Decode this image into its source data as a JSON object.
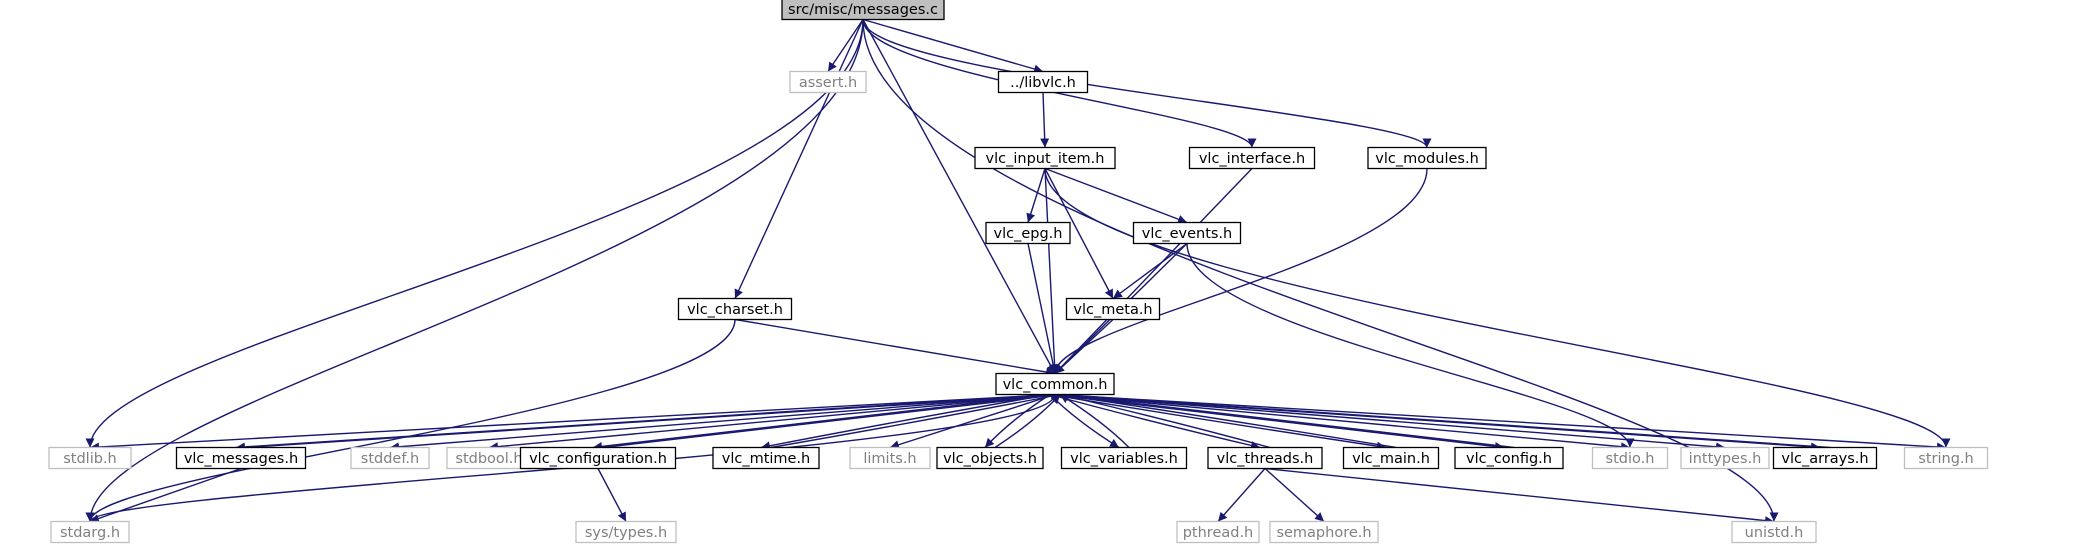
{
  "colors": {
    "edge": "#191970",
    "node_border": "#000000",
    "node_border_missing": "#bfbfbf",
    "node_text": "#000000",
    "node_text_missing": "#808080",
    "root_fill": "#bfbfbf",
    "node_fill": "#ffffff"
  },
  "nodes": [
    {
      "id": "root",
      "label": "src/misc/messages.c",
      "kind": "root"
    },
    {
      "id": "assert",
      "label": "assert.h",
      "kind": "missing"
    },
    {
      "id": "libvlc",
      "label": "../libvlc.h",
      "kind": "normal"
    },
    {
      "id": "input_item",
      "label": "vlc_input_item.h",
      "kind": "normal"
    },
    {
      "id": "interface",
      "label": "vlc_interface.h",
      "kind": "normal"
    },
    {
      "id": "modules",
      "label": "vlc_modules.h",
      "kind": "normal"
    },
    {
      "id": "epg",
      "label": "vlc_epg.h",
      "kind": "normal"
    },
    {
      "id": "events",
      "label": "vlc_events.h",
      "kind": "normal"
    },
    {
      "id": "charset",
      "label": "vlc_charset.h",
      "kind": "normal"
    },
    {
      "id": "meta",
      "label": "vlc_meta.h",
      "kind": "normal"
    },
    {
      "id": "common",
      "label": "vlc_common.h",
      "kind": "normal"
    },
    {
      "id": "stdlib",
      "label": "stdlib.h",
      "kind": "missing"
    },
    {
      "id": "messages",
      "label": "vlc_messages.h",
      "kind": "normal"
    },
    {
      "id": "stddef",
      "label": "stddef.h",
      "kind": "missing"
    },
    {
      "id": "stdbool",
      "label": "stdbool.h",
      "kind": "missing"
    },
    {
      "id": "configuration",
      "label": "vlc_configuration.h",
      "kind": "normal"
    },
    {
      "id": "mtime",
      "label": "vlc_mtime.h",
      "kind": "normal"
    },
    {
      "id": "limits",
      "label": "limits.h",
      "kind": "missing"
    },
    {
      "id": "objects",
      "label": "vlc_objects.h",
      "kind": "normal"
    },
    {
      "id": "variables",
      "label": "vlc_variables.h",
      "kind": "normal"
    },
    {
      "id": "threads",
      "label": "vlc_threads.h",
      "kind": "normal"
    },
    {
      "id": "main",
      "label": "vlc_main.h",
      "kind": "normal"
    },
    {
      "id": "config",
      "label": "vlc_config.h",
      "kind": "normal"
    },
    {
      "id": "stdio",
      "label": "stdio.h",
      "kind": "missing"
    },
    {
      "id": "inttypes",
      "label": "inttypes.h",
      "kind": "missing"
    },
    {
      "id": "arrays",
      "label": "vlc_arrays.h",
      "kind": "normal"
    },
    {
      "id": "string",
      "label": "string.h",
      "kind": "missing"
    },
    {
      "id": "stdarg",
      "label": "stdarg.h",
      "kind": "missing"
    },
    {
      "id": "systypes",
      "label": "sys/types.h",
      "kind": "missing"
    },
    {
      "id": "pthread",
      "label": "pthread.h",
      "kind": "missing"
    },
    {
      "id": "semaphore",
      "label": "semaphore.h",
      "kind": "missing"
    },
    {
      "id": "unistd",
      "label": "unistd.h",
      "kind": "missing"
    }
  ],
  "edges": [
    [
      "root",
      "assert"
    ],
    [
      "root",
      "libvlc"
    ],
    [
      "root",
      "interface"
    ],
    [
      "root",
      "modules"
    ],
    [
      "root",
      "charset"
    ],
    [
      "root",
      "common"
    ],
    [
      "root",
      "stdlib"
    ],
    [
      "root",
      "stdarg"
    ],
    [
      "root",
      "unistd"
    ],
    [
      "libvlc",
      "input_item"
    ],
    [
      "input_item",
      "epg"
    ],
    [
      "input_item",
      "events"
    ],
    [
      "input_item",
      "meta"
    ],
    [
      "input_item",
      "common"
    ],
    [
      "input_item",
      "string"
    ],
    [
      "interface",
      "common"
    ],
    [
      "modules",
      "common"
    ],
    [
      "epg",
      "common"
    ],
    [
      "events",
      "meta"
    ],
    [
      "events",
      "common"
    ],
    [
      "events",
      "stdio"
    ],
    [
      "charset",
      "common"
    ],
    [
      "charset",
      "stdarg"
    ],
    [
      "meta",
      "common"
    ],
    [
      "common",
      "stdlib"
    ],
    [
      "common",
      "messages"
    ],
    [
      "common",
      "stddef"
    ],
    [
      "common",
      "stdbool"
    ],
    [
      "common",
      "configuration"
    ],
    [
      "common",
      "mtime"
    ],
    [
      "common",
      "limits"
    ],
    [
      "common",
      "objects"
    ],
    [
      "common",
      "variables"
    ],
    [
      "common",
      "threads"
    ],
    [
      "common",
      "main"
    ],
    [
      "common",
      "config"
    ],
    [
      "common",
      "stdio"
    ],
    [
      "common",
      "inttypes"
    ],
    [
      "common",
      "arrays"
    ],
    [
      "common",
      "string"
    ],
    [
      "common",
      "stdarg"
    ],
    [
      "messages",
      "common"
    ],
    [
      "messages",
      "stdarg"
    ],
    [
      "configuration",
      "common"
    ],
    [
      "configuration",
      "systypes"
    ],
    [
      "mtime",
      "common"
    ],
    [
      "objects",
      "common"
    ],
    [
      "variables",
      "common"
    ],
    [
      "threads",
      "common"
    ],
    [
      "threads",
      "pthread"
    ],
    [
      "threads",
      "semaphore"
    ],
    [
      "threads",
      "unistd"
    ],
    [
      "main",
      "common"
    ],
    [
      "config",
      "common"
    ],
    [
      "arrays",
      "common"
    ]
  ]
}
